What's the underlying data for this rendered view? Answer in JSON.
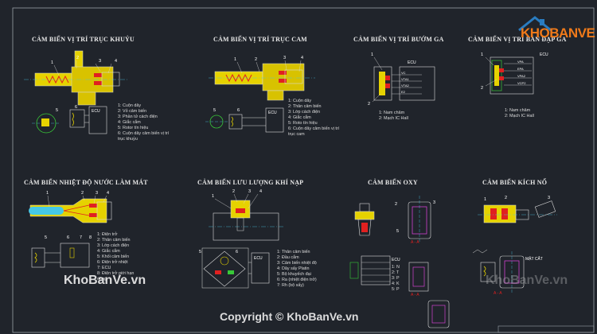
{
  "sheet": {
    "bg": "#20242b"
  },
  "titles": {
    "t1": "CẢM BIẾN VỊ TRÍ TRỤC KHUỶU",
    "t2": "CẢM BIẾN VỊ TRÍ TRỤC CAM",
    "t3": "CẢM BIẾN VỊ TRÍ BƯỚM GA",
    "t4": "CẢM BIẾN VỊ TRÍ BÀN ĐẠP GA",
    "t5": "CẢM BIẾN NHIỆT ĐỘ NƯỚC LÀM MÁT",
    "t6": "CẢM BIẾN LƯU LƯỢNG KHÍ NẠP",
    "t7": "CẢM BIẾN OXY",
    "t8": "CẢM BIẾN KÍCH NỔ"
  },
  "legends": {
    "crank": [
      "1: Cuộn dây",
      "2: Vỏ cảm biến",
      "3: Phần tử cách điện",
      "4: Giắc cắm",
      "5: Rotor tín hiệu",
      "6: Cuộn dây cảm biến vị trí",
      "trục khuỷu"
    ],
    "cam": [
      "1: Cuộn dây",
      "2: Thân cảm biến",
      "3: Lớp cách điện",
      "4: Giắc cắm",
      "5: Roto tín hiệu",
      "6: Cuộn dây cảm biến vị trí",
      "trục cam"
    ],
    "throttle": [
      "1: Nam châm",
      "2: Mạch IC Hall"
    ],
    "pedal": [
      "1: Nam châm",
      "2: Mạch IC Hall"
    ],
    "coolant": [
      "1: Điện trở",
      "2: Thân cảm biến",
      "3: Lớp cách điện",
      "4: Giắc cắm",
      "5: Khối cảm biến",
      "6: Điện trở nhiệt",
      "7: ECU",
      "8: Điện trở giới hạn",
      "dòng"
    ],
    "maf": [
      "1: Thân cảm biến",
      "2: Đầu cắm",
      "3: Cảm biến nhiệt độ",
      "4: Dây sấy Platin",
      "5: Bộ khuyếch đại",
      "6: Ra (nhiệt điện trở)",
      "7: Rh (bộ sấy)"
    ],
    "oxy_pins": [
      "1: N",
      "2: T",
      "3: P",
      "4: K",
      "5: P"
    ]
  },
  "labels": {
    "ecu": "ECU",
    "section_aa": "A - A",
    "mat_cat": "MẶT CẮT"
  },
  "watermark": {
    "brand": "KHOBANVE",
    "site": "KhoBanVe.vn",
    "copyright": "Copyright © KhoBanVe.vn"
  },
  "colors": {
    "title": "#e8e8e8",
    "line": "#d9d9d9",
    "red": "#e02020",
    "yellow": "#e6d200",
    "green": "#38c838",
    "cyan": "#46c8e6",
    "magenta": "#d040d0",
    "brand_orange": "#f07a1a",
    "brand_blue": "#2a7cc0"
  }
}
